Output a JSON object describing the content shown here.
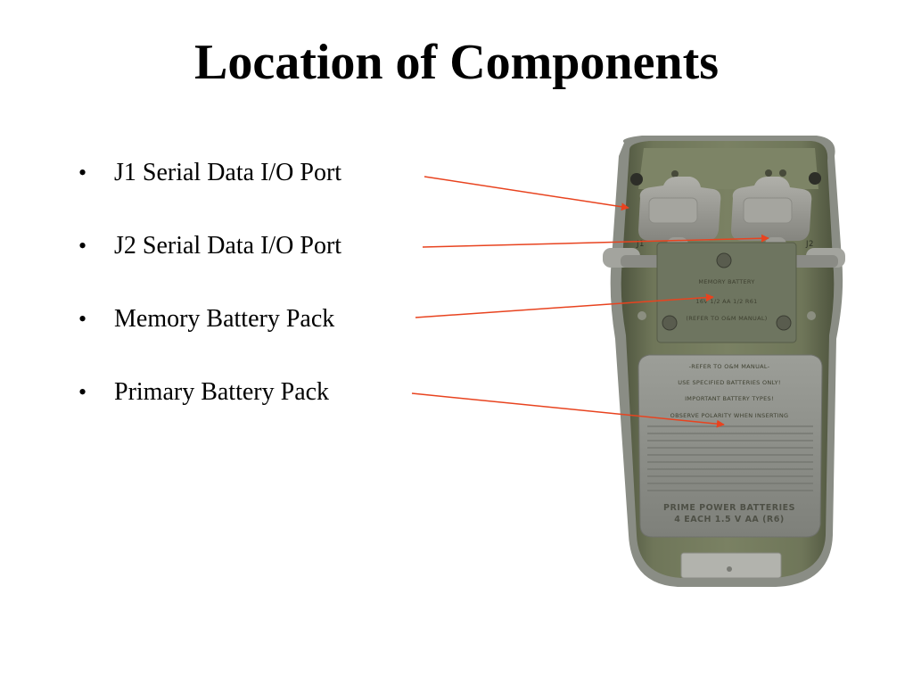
{
  "slide": {
    "title": "Location of Components",
    "bullets": [
      {
        "label": "J1 Serial Data I/O Port"
      },
      {
        "label": "J2 Serial Data I/O Port"
      },
      {
        "label": "Memory Battery Pack"
      },
      {
        "label": "Primary Battery Pack"
      }
    ],
    "bullet_glyph": "•",
    "arrow_color": "#e8431f"
  },
  "device": {
    "port_labels": {
      "j1": "J1",
      "j2": "J2"
    },
    "memory_panel": {
      "line1": "MEMORY  BATTERY",
      "line2": "16V  1/2  AA  1/2  R61",
      "line3": "(REFER  TO  O&M  MANUAL)"
    },
    "battery_cover": {
      "line1": "-REFER TO O&M MANUAL-",
      "line2": "USE SPECIFIED BATTERIES ONLY!",
      "line3": "IMPORTANT BATTERY TYPES!",
      "line4": "OBSERVE POLARITY WHEN INSERTING",
      "line5": "PRIME POWER BATTERIES",
      "line6": "4 EACH 1.5 V AA (R6)"
    },
    "colors": {
      "body": "#6b7256",
      "body_dark": "#4f553f",
      "caps": "#9a9a95",
      "cover": "#8d8f89"
    }
  }
}
